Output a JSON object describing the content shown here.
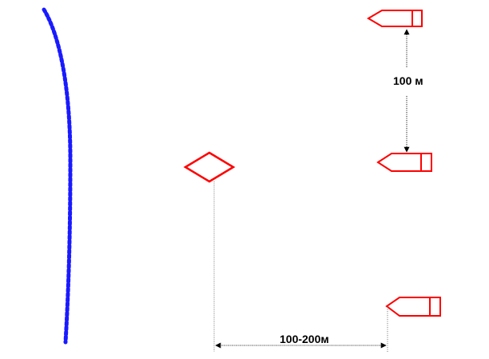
{
  "labels": {
    "vertical_distance": "100 м",
    "horizontal_distance": "100-200м"
  },
  "colors": {
    "shoreline": "#1a1aff",
    "marker_stroke": "#ff0000",
    "dimension_line": "#000000"
  },
  "icons": {
    "shoreline": "dotted-curve",
    "diamond": "diamond-marker",
    "arrow_marker": "arrow-flag-marker"
  }
}
